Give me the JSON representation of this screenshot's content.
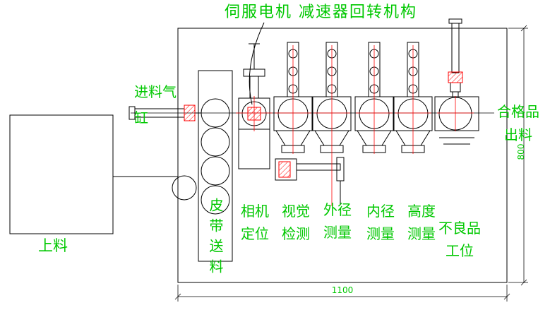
{
  "colors": {
    "label_green": "#00C800",
    "centerline_red": "#FF0000",
    "line_black": "#000000",
    "background": "#FFFFFF"
  },
  "title": "伺服电机 减速器回转机构",
  "labels": {
    "feed_cylinder": {
      "line1": "进料气",
      "line2": "缸"
    },
    "loading": "上料",
    "belt_feed": "皮带送料",
    "outfeed": {
      "line1": "合格品",
      "line2": "出料"
    }
  },
  "stations": [
    {
      "id": "camera-positioning",
      "line1": "相机",
      "line2": "定位"
    },
    {
      "id": "vision-inspection",
      "line1": "视觉",
      "line2": "检测"
    },
    {
      "id": "outer-diameter-measure",
      "line1": "外径",
      "line2": "测量"
    },
    {
      "id": "inner-diameter-measure",
      "line1": "内径",
      "line2": "测量"
    },
    {
      "id": "height-measure",
      "line1": "高度",
      "line2": "测量"
    },
    {
      "id": "defect-station",
      "line1": "不良品",
      "line2": "工位"
    }
  ],
  "dimensions": {
    "horizontal": "1100",
    "vertical": "800"
  }
}
